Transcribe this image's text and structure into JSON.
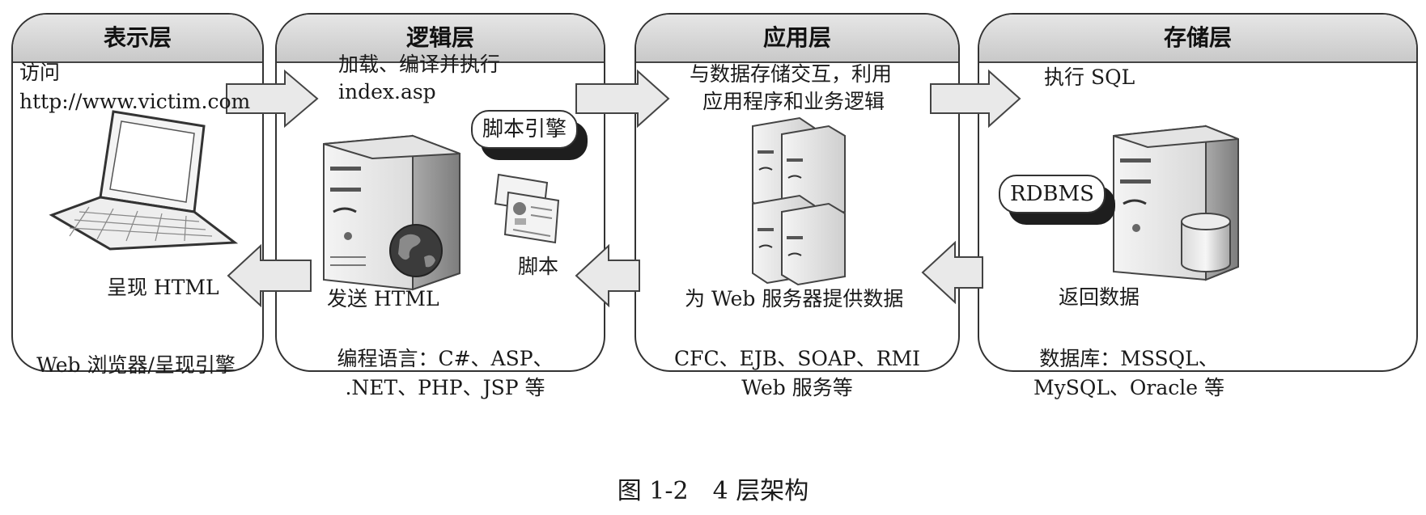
{
  "tiers": [
    {
      "title": "表示层"
    },
    {
      "title": "逻辑层"
    },
    {
      "title": "应用层"
    },
    {
      "title": "存储层"
    }
  ],
  "presentation": {
    "access_line1": "访问",
    "access_url": "http://www.victim.com",
    "render_html": "呈现 HTML",
    "bottom": "Web 浏览器/呈现引擎"
  },
  "logic": {
    "load_line1": "加载、编译并执行",
    "load_line2": "index.asp",
    "script_engine": "脚本引擎",
    "script": "脚本",
    "send_html": "发送 HTML",
    "bottom_line1": "编程语言：C#、ASP、",
    "bottom_line2": ".NET、PHP、JSP 等"
  },
  "application": {
    "interact_line1": "与数据存储交互，利用",
    "interact_line2": "应用程序和业务逻辑",
    "provide_data": "为 Web 服务器提供数据",
    "bottom_line1": "CFC、EJB、SOAP、RMI",
    "bottom_line2": "Web 服务等"
  },
  "storage": {
    "exec_sql": "执行 SQL",
    "rdbms": "RDBMS",
    "return_data": "返回数据",
    "bottom_line1": "数据库：MSSQL、",
    "bottom_line2": "MySQL、Oracle 等"
  },
  "caption": "图 1-2　4 层架构",
  "colors": {
    "arrow_fill": "#e9e9e9",
    "header_fill": "#d4d4d4",
    "stroke": "#333333",
    "shadow": "#1e1e1e"
  }
}
